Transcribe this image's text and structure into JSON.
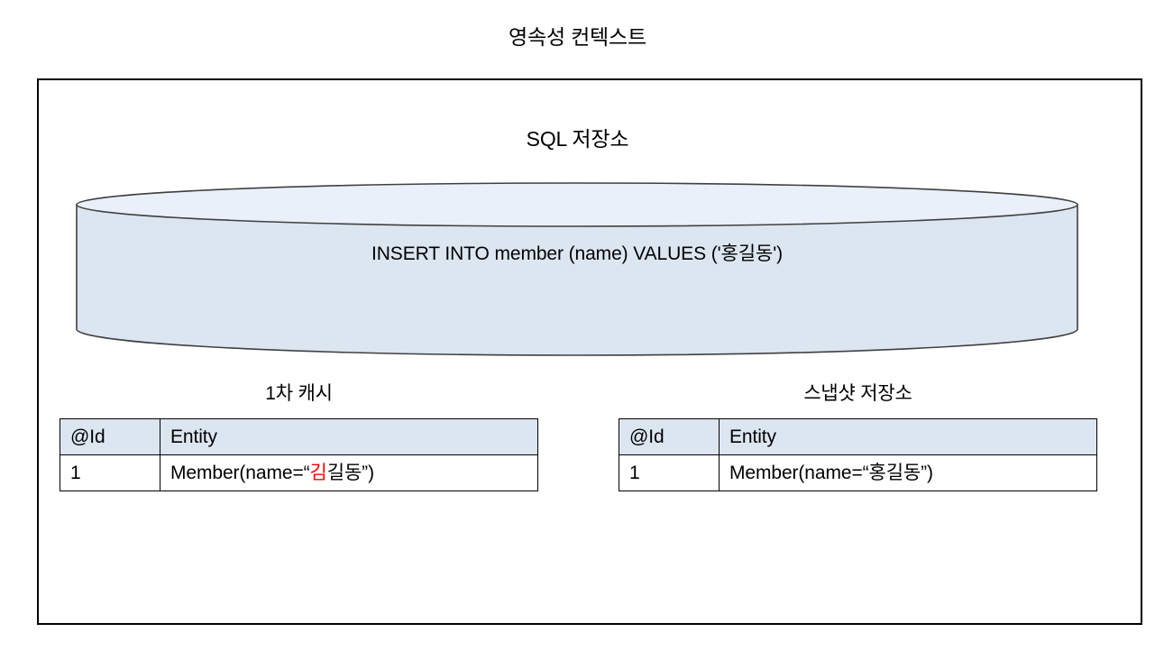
{
  "page": {
    "title": "영속성 컨텍스트"
  },
  "sql_store": {
    "label": "SQL 저장소",
    "statement": "INSERT INTO member (name) VALUES ('홍길동')",
    "body_color": "#dce6f1",
    "top_color": "#e9f0fa",
    "stroke_color": "#404040"
  },
  "first_level_cache": {
    "caption": "1차 캐시",
    "columns": [
      "@Id",
      "Entity"
    ],
    "rows": [
      {
        "id": "1",
        "entity_prefix": "Member(name=“",
        "entity_highlight": "김",
        "entity_suffix": "길동”)",
        "highlight_color": "#ff0000"
      }
    ]
  },
  "snapshot_store": {
    "caption": "스냅샷 저장소",
    "columns": [
      "@Id",
      "Entity"
    ],
    "rows": [
      {
        "id": "1",
        "entity": "Member(name=“홍길동”)"
      }
    ]
  },
  "theme": {
    "header_fill": "#dce6f1",
    "frame_stroke": "#000000",
    "text_color": "#000000"
  }
}
